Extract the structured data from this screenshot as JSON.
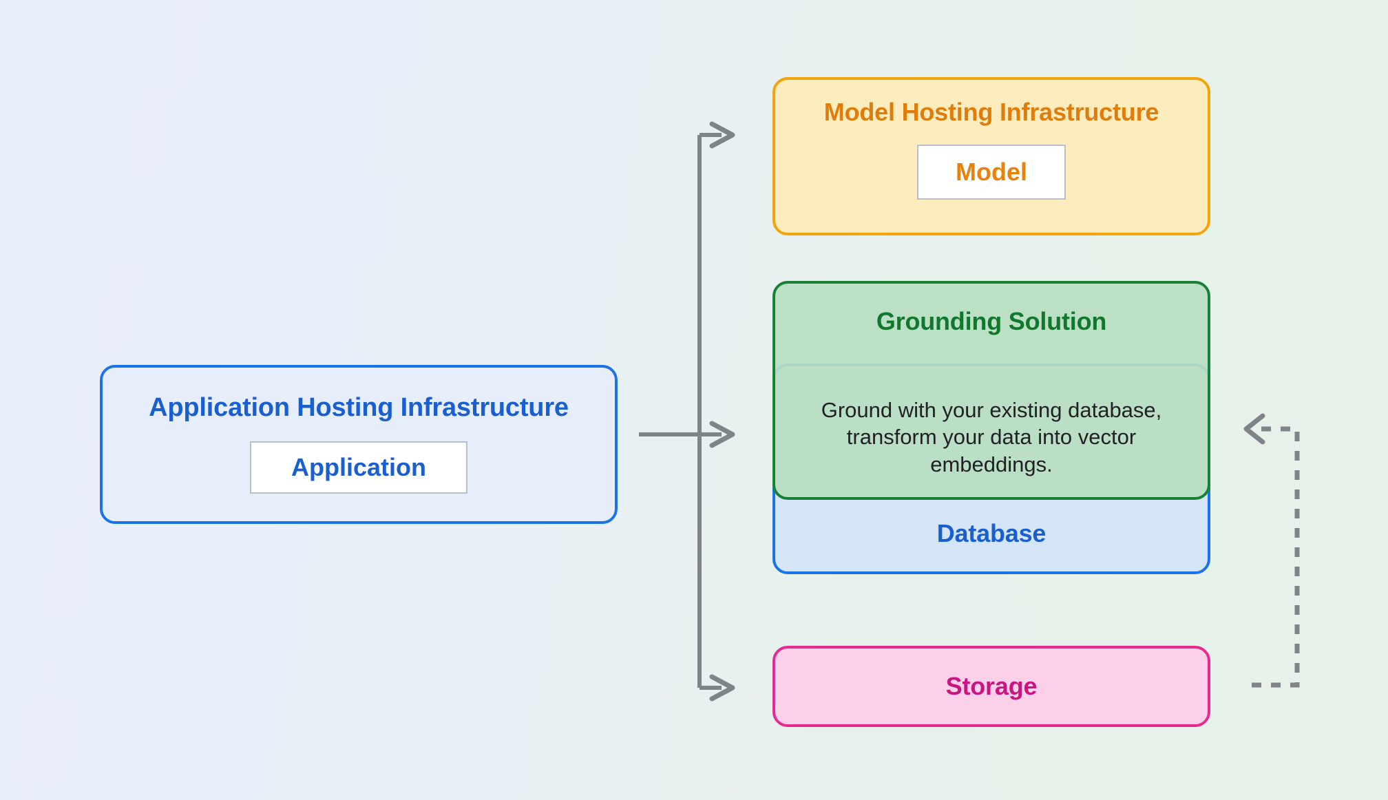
{
  "diagram": {
    "background": {
      "gradient_from": "#e9eefc",
      "gradient_to": "#e6f2e8"
    },
    "boxes": {
      "app_hosting": {
        "title": "Application Hosting Infrastructure",
        "inner_label": "Application",
        "border_color": "#1a73e8",
        "fill_color": "#e7eefb",
        "text_color": "#1a5fd0"
      },
      "model_hosting": {
        "title": "Model Hosting Infrastructure",
        "inner_label": "Model",
        "border_color": "#f2a40c",
        "fill_color": "#fcecbe",
        "text_color": "#e07c0a"
      },
      "grounding": {
        "title": "Grounding Solution",
        "description": "Ground with your existing database, transform your data into vector embeddings.",
        "border_color": "#1a8038",
        "fill_color": "#b9debf",
        "text_color": "#11772f"
      },
      "database": {
        "title": "Database",
        "border_color": "#1a73e8",
        "fill_color": "#cee2fa",
        "text_color": "#1a5fd0"
      },
      "storage": {
        "title": "Storage",
        "border_color": "#e62a8f",
        "fill_color": "#fbd0e8",
        "text_color": "#c9157f"
      }
    },
    "connectors": {
      "color": "#7f8489",
      "solid_label": "application-to-services-branch",
      "dashed_label": "storage-to-database-dashed-arrow"
    }
  }
}
